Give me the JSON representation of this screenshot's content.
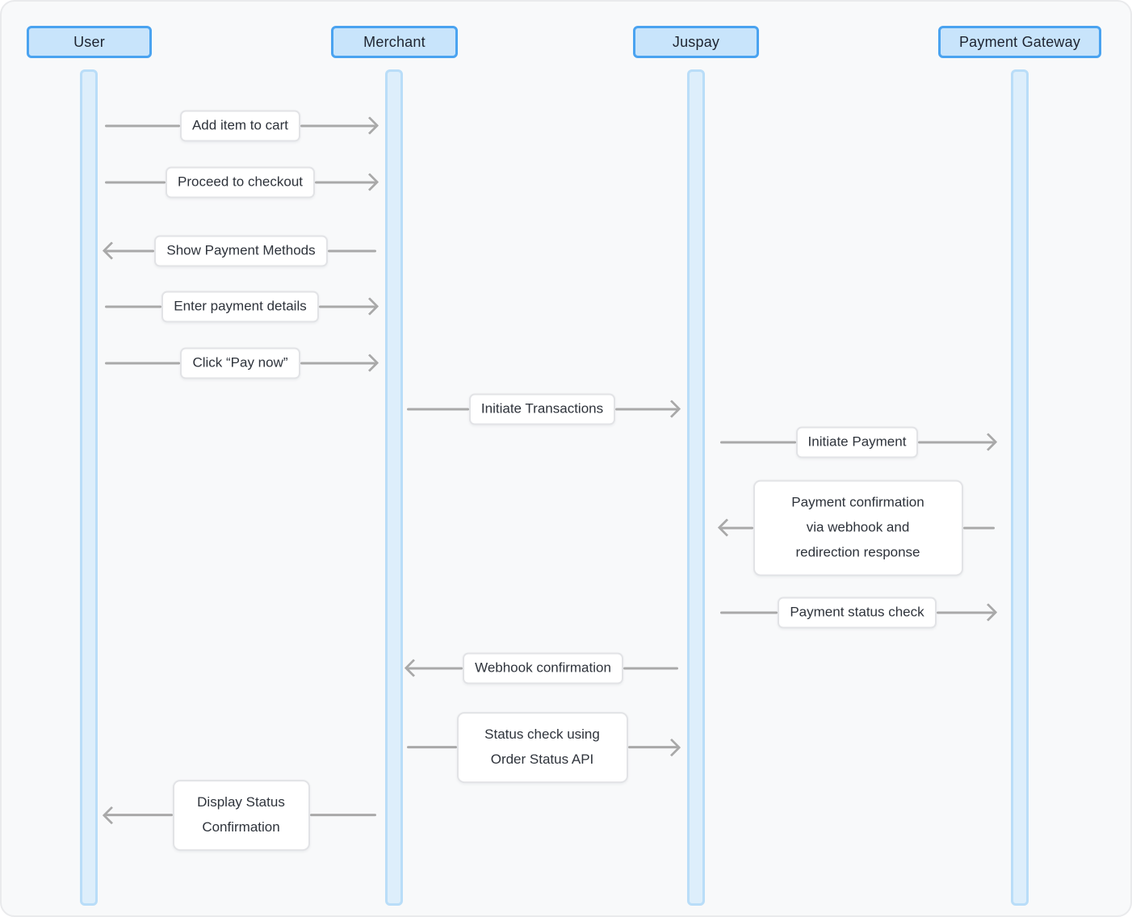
{
  "diagram": {
    "actors": [
      {
        "id": "user",
        "label": "User"
      },
      {
        "id": "merchant",
        "label": "Merchant"
      },
      {
        "id": "juspay",
        "label": "Juspay"
      },
      {
        "id": "payment-gateway",
        "label": "Payment Gateway"
      }
    ],
    "messages": [
      {
        "from": "user",
        "to": "merchant",
        "direction": "right",
        "label": "Add item to cart"
      },
      {
        "from": "user",
        "to": "merchant",
        "direction": "right",
        "label": "Proceed to checkout"
      },
      {
        "from": "merchant",
        "to": "user",
        "direction": "left",
        "label": "Show Payment Methods"
      },
      {
        "from": "user",
        "to": "merchant",
        "direction": "right",
        "label": "Enter payment details"
      },
      {
        "from": "user",
        "to": "merchant",
        "direction": "right",
        "label": "Click “Pay now”"
      },
      {
        "from": "merchant",
        "to": "juspay",
        "direction": "right",
        "label": "Initiate Transactions"
      },
      {
        "from": "juspay",
        "to": "payment-gateway",
        "direction": "right",
        "label": "Initiate Payment"
      },
      {
        "from": "payment-gateway",
        "to": "juspay",
        "direction": "left",
        "label": "Payment confirmation\nvia webhook and\nredirection response"
      },
      {
        "from": "juspay",
        "to": "payment-gateway",
        "direction": "right",
        "label": "Payment status check"
      },
      {
        "from": "juspay",
        "to": "merchant",
        "direction": "left",
        "label": "Webhook confirmation"
      },
      {
        "from": "merchant",
        "to": "juspay",
        "direction": "right",
        "label": "Status check using\nOrder Status API"
      },
      {
        "from": "merchant",
        "to": "user",
        "direction": "left",
        "label": "Display Status\nConfirmation"
      }
    ],
    "colors": {
      "actor_fill": "#c8e4fb",
      "actor_border": "#4aa3f0",
      "lifeline_fill": "#ddeefb",
      "lifeline_border": "#b9ddf8",
      "arrow": "#a9a9a9",
      "label_bg": "#ffffff",
      "label_border": "#e2e3e6",
      "canvas_bg": "#f8f9fa",
      "text": "#1e2430"
    }
  }
}
